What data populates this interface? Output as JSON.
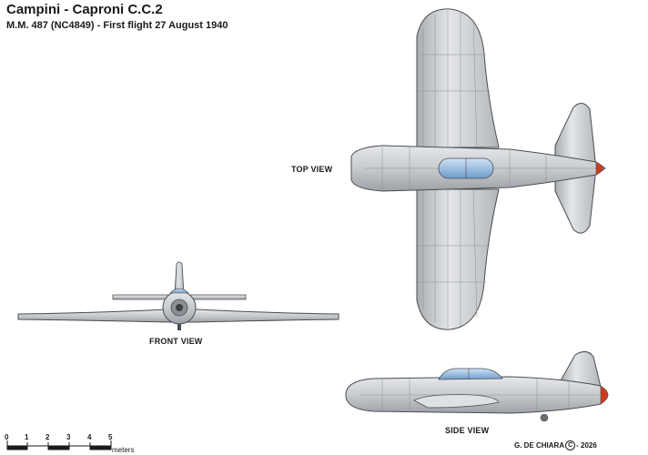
{
  "header": {
    "title": "Campini - Caproni C.C.2",
    "subtitle": "M.M. 487 (NC4849) - First flight 27 August 1940"
  },
  "views": {
    "top": "TOP VIEW",
    "front": "FRONT VIEW",
    "side": "SIDE VIEW"
  },
  "scale": {
    "ticks": [
      "0",
      "1",
      "2",
      "3",
      "4",
      "5"
    ],
    "unit": "meters"
  },
  "credit": {
    "author": "G. DE CHIARA",
    "copyright_symbol": "C",
    "year": "- 2026"
  },
  "colors": {
    "metal": "#c9ccd0",
    "outline": "#4a4d52",
    "canopy": "#8fb6e0",
    "nose": "#cc3b1e"
  }
}
